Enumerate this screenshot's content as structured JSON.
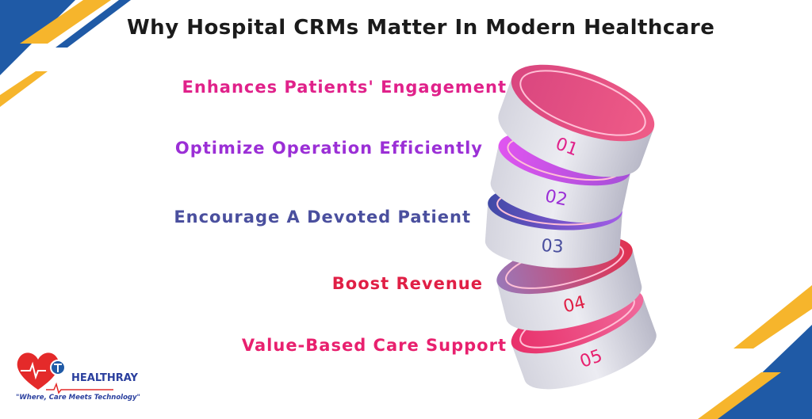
{
  "title": "Why Hospital CRMs Matter In Modern Healthcare",
  "items": [
    {
      "label": "Enhances Patients' Engagement",
      "number": "01",
      "color": "#e0218a",
      "disk_top": "#d9467f",
      "disk_top2": "#ef5b87"
    },
    {
      "label": "Optimize Operation Efficiently",
      "number": "02",
      "color": "#9b2fd6",
      "disk_top": "#e055f0",
      "disk_top2": "#a64fd8"
    },
    {
      "label": "Encourage A Devoted Patient",
      "number": "03",
      "color": "#4a4f9e",
      "disk_top": "#3f4aa6",
      "disk_top2": "#a45ce8"
    },
    {
      "label": "Boost Revenue",
      "number": "04",
      "color": "#e01f45",
      "disk_top": "#9a78b8",
      "disk_top2": "#e2304f"
    },
    {
      "label": "Value-Based Care Support",
      "number": "05",
      "color": "#e8206e",
      "disk_top": "#e8306a",
      "disk_top2": "#f06a9c"
    }
  ],
  "logo": {
    "name": "HEALTHRAY",
    "tagline": "\"Where, Care Meets Technology\""
  },
  "colors": {
    "blue": "#1f5aa6",
    "yellow": "#f6b52c"
  }
}
